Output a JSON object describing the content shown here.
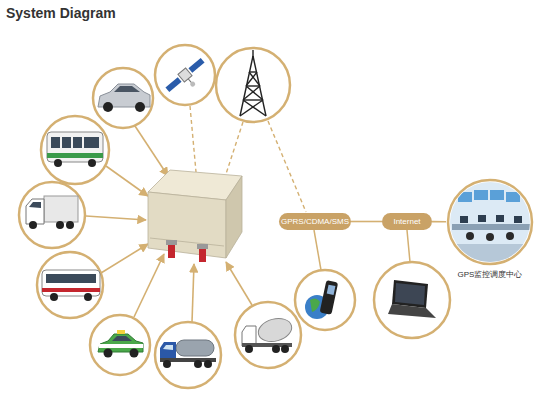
{
  "diagram": {
    "title": "System Diagram",
    "nodes": [
      {
        "text": [
          "GPRS/CDMA/SMS"
        ]
      },
      {
        "text": [
          "Internet"
        ]
      },
      {
        "text": [
          "GPS监控调度中心"
        ]
      }
    ],
    "edges": [
      {
        "from": 0,
        "to": 1,
        "arrow": "none"
      },
      {
        "from": 1,
        "to": 2,
        "arrow": "none"
      }
    ]
  }
}
